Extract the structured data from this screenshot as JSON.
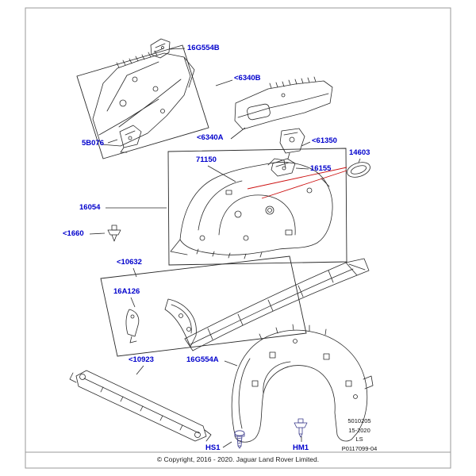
{
  "page": {
    "type": "exploded-parts-diagram",
    "footer": {
      "copyright": "© Copyright, 2016 - 2020. Jaguar Land Rover Limited."
    },
    "doc_info": {
      "lines": [
        "5010205",
        "15-2020",
        "LS",
        "P0117099-04"
      ]
    }
  },
  "labels": [
    {
      "id": "16G554B",
      "text": "16G554B"
    },
    {
      "id": "6340B",
      "text": "<6340B"
    },
    {
      "id": "5B076",
      "text": "5B076"
    },
    {
      "id": "6340A",
      "text": "<6340A"
    },
    {
      "id": "61350",
      "text": "<61350"
    },
    {
      "id": "71150",
      "text": "71150"
    },
    {
      "id": "14603",
      "text": "14603"
    },
    {
      "id": "16155",
      "text": "16155"
    },
    {
      "id": "16054",
      "text": "16054"
    },
    {
      "id": "1660",
      "text": "<1660"
    },
    {
      "id": "10632",
      "text": "<10632"
    },
    {
      "id": "16A126",
      "text": "16A126"
    },
    {
      "id": "10923",
      "text": "<10923"
    },
    {
      "id": "16G554A",
      "text": "16G554A"
    },
    {
      "id": "HS1",
      "text": "HS1"
    },
    {
      "id": "HM1",
      "text": "HM1"
    }
  ],
  "colors": {
    "label_blue": "#0000cc",
    "art_line": "#2a2a2a",
    "red_pointer": "#cc1111",
    "frame": "#999999"
  }
}
